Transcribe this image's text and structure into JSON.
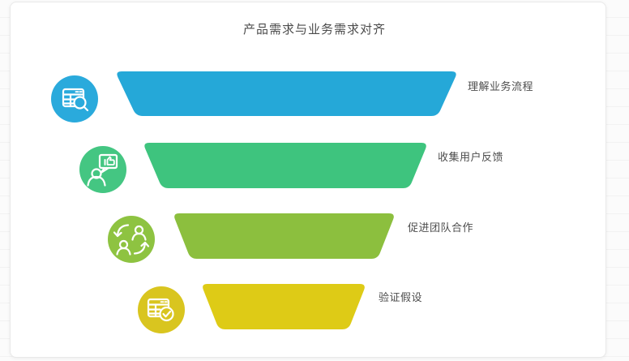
{
  "page": {
    "title": "产品需求与业务需求对齐"
  },
  "funnel": {
    "type": "funnel",
    "levels": [
      {
        "label": "理解业务流程",
        "color": "#25a8d8",
        "icon_color": "#2aaadc",
        "icon": "table-search-icon"
      },
      {
        "label": "收集用户反馈",
        "color": "#3ec47e",
        "icon_color": "#44c682",
        "icon": "user-feedback-icon"
      },
      {
        "label": "促进团队合作",
        "color": "#8cbf3e",
        "icon_color": "#8ec341",
        "icon": "team-collaboration-icon"
      },
      {
        "label": "验证假设",
        "color": "#decb16",
        "icon_color": "#d9c51f",
        "icon": "table-check-icon"
      }
    ]
  },
  "colors": {
    "card_background": "#ffffff",
    "page_background": "#fbfbfb",
    "title_text": "#4c4c4c",
    "label_text": "#4d4d4d",
    "icon_stroke": "#ffffff"
  }
}
